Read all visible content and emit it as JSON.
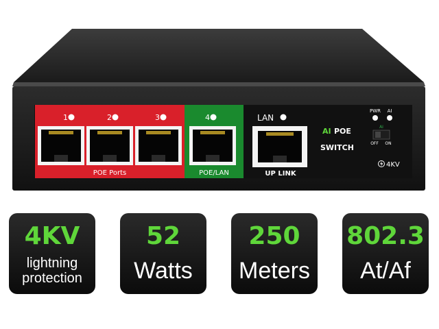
{
  "device": {
    "port_labels": [
      "1",
      "2",
      "3",
      "4"
    ],
    "poe_ports_label": "POE Ports",
    "poe_lan_label": "POE/LAN",
    "lan_label": "LAN",
    "uplink_label": "UP LINK",
    "brand_ai": "AI",
    "brand_poe": "POE",
    "brand_switch": "SWITCH",
    "pwr_label": "PWR",
    "ai_label": "AI",
    "switch_ai_label": "AI",
    "off_label": "OFF",
    "on_label": "ON",
    "kv_label": "4KV"
  },
  "features": [
    {
      "value": "4KV",
      "line1": "lightning",
      "line2": "protection"
    },
    {
      "value": "52",
      "line1": "Watts"
    },
    {
      "value": "250",
      "line1": "Meters"
    },
    {
      "value": "802.3",
      "line1": "At/Af"
    }
  ],
  "colors": {
    "poe_red": "#d9202a",
    "lan_green": "#1a8a2e",
    "accent_green": "#5fd63a",
    "led_green": "#2ea84a"
  }
}
